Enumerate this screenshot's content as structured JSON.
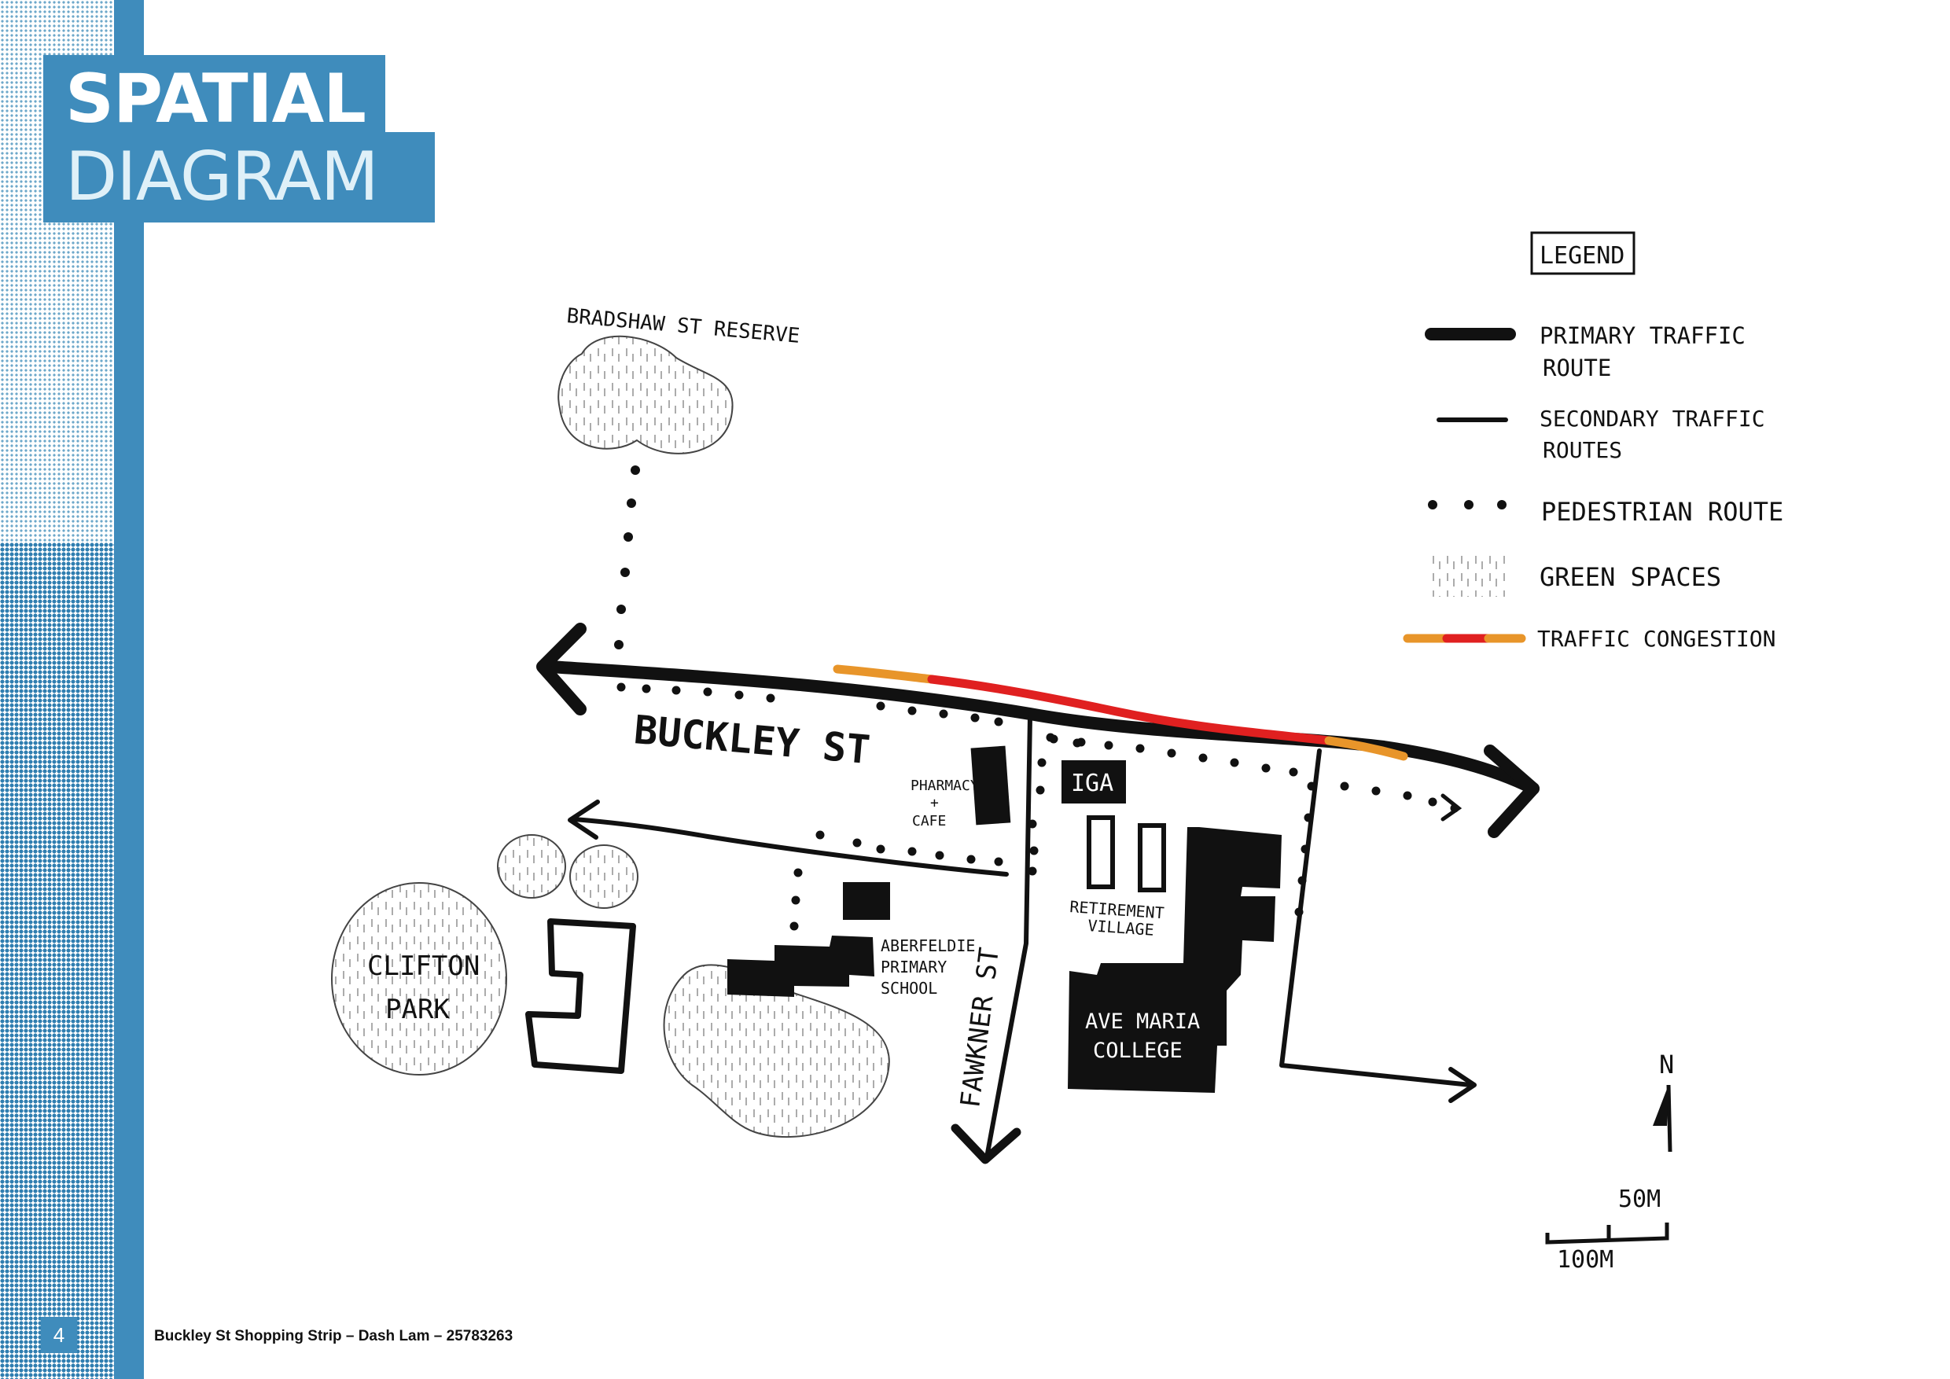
{
  "title": {
    "line1": "SPATIAL",
    "line2": "DIAGRAM"
  },
  "footer": {
    "page_number": "4",
    "text": "Buckley St Shopping Strip – Dash Lam – 25783263"
  },
  "labels": {
    "bradshaw": "BRADSHAW ST RESERVE",
    "buckley": "BUCKLEY ST",
    "pharmacy1": "PHARMACY",
    "pharmacy2": "+",
    "pharmacy3": "CAFE",
    "iga": "IGA",
    "retirement1": "RETIREMENT",
    "retirement2": "VILLAGE",
    "aberfeldie1": "ABERFELDIE",
    "aberfeldie2": "PRIMARY",
    "aberfeldie3": "SCHOOL",
    "clifton1": "CLIFTON",
    "clifton2": "PARK",
    "fawkner": "FAWKNER ST",
    "avemaria1": "AVE MARIA",
    "avemaria2": "COLLEGE",
    "north": "N",
    "scale50": "50M",
    "scale100": "100M"
  },
  "legend": {
    "title": "LEGEND",
    "items": [
      {
        "line1": "PRIMARY TRAFFIC",
        "line2": "ROUTE"
      },
      {
        "line1": "SECONDARY TRAFFIC",
        "line2": "ROUTES"
      },
      {
        "line1": "PEDESTRIAN ROUTE",
        "line2": ""
      },
      {
        "line1": "GREEN SPACES",
        "line2": ""
      },
      {
        "line1": "TRAFFIC CONGESTION",
        "line2": ""
      }
    ]
  },
  "colors": {
    "brand_blue": "#3f8cbc",
    "congestion_orange": "#e8952a",
    "congestion_red": "#e02020"
  }
}
